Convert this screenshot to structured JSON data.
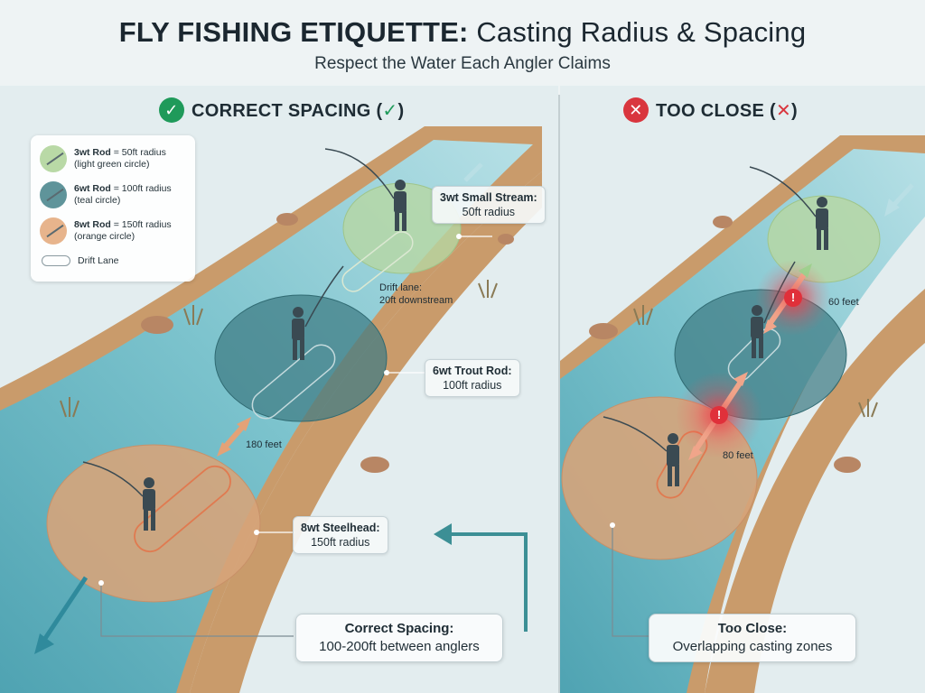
{
  "header": {
    "title_bold": "FLY FISHING ETIQUETTE:",
    "title_rest": " Casting Radius & Spacing",
    "subtitle": "Respect the Water Each Angler Claims"
  },
  "panels": {
    "correct": {
      "label": "CORRECT SPACING (",
      "mark": "✓",
      "close": ")"
    },
    "close": {
      "label": "TOO CLOSE (",
      "mark": "✕",
      "close": ")"
    }
  },
  "legend": {
    "items": [
      {
        "rod": "3wt Rod",
        "desc": " = 50ft radius",
        "note": "(light green circle)",
        "color": "#b9d9a6"
      },
      {
        "rod": "6wt Rod",
        "desc": " = 100ft radius",
        "note": "(teal circle)",
        "color": "#5f949a"
      },
      {
        "rod": "8wt Rod",
        "desc": " = 150ft radius",
        "note": "(orange circle)",
        "color": "#e7b48c"
      }
    ],
    "lane_label": "Drift Lane"
  },
  "left_callouts": {
    "small_stream": {
      "title": "3wt Small Stream:",
      "value": "50ft radius"
    },
    "drift_lane": {
      "line1": "Drift lane:",
      "line2": "20ft downstream"
    },
    "trout": {
      "title": "6wt Trout Rod:",
      "value": "100ft radius"
    },
    "gap": "180 feet",
    "steelhead": {
      "title": "8wt Steelhead:",
      "value": "150ft radius"
    },
    "summary": {
      "title": "Correct Spacing:",
      "value": "100-200ft between anglers"
    }
  },
  "right_callouts": {
    "gap_top": "60 feet",
    "gap_bottom": "80 feet",
    "alert_symbol": "!",
    "summary": {
      "title": "Too Close:",
      "value": "Overlapping casting zones"
    }
  },
  "colors": {
    "water": "#6fb8c4",
    "water_light": "#a9dbe2",
    "bank": "#c89a6a",
    "green_zone": "#b9d9a6",
    "teal_zone": "#4f8a90",
    "orange_zone": "#d9a57a",
    "ok": "#1f9a5a",
    "bad": "#d9363e"
  }
}
